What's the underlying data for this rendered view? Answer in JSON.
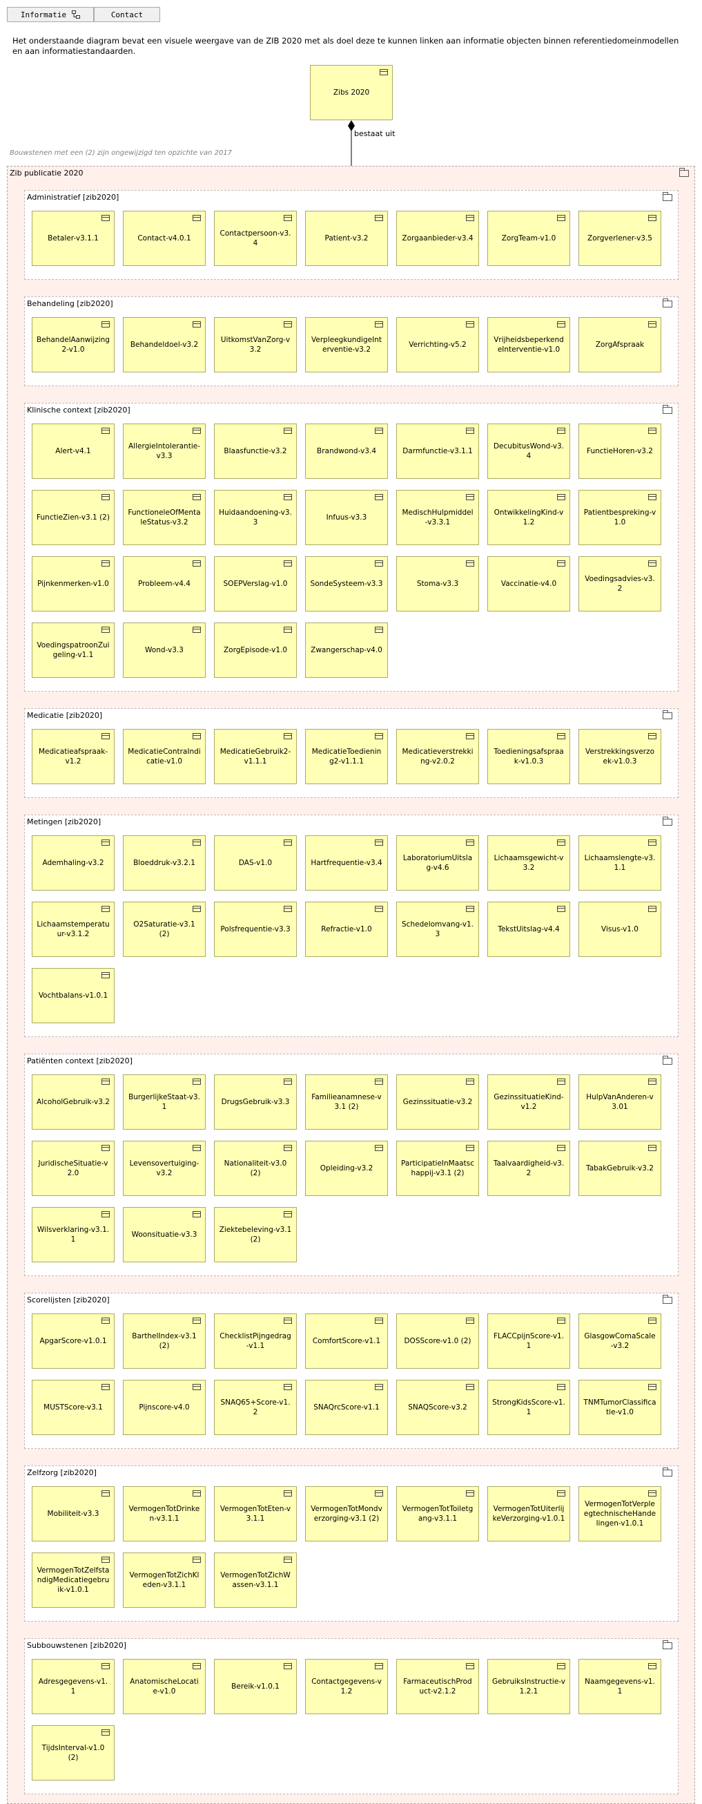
{
  "buttons": {
    "informatie": "Informatie",
    "contact": "Contact"
  },
  "intro": "Het onderstaande diagram bevat een visuele weergave van de ZIB 2020 met als doel deze te kunnen linken aan informatie objecten binnen referentiedomeinmodellen en aan informatiestandaarden.",
  "root": "Zibs 2020",
  "relation_label": "bestaat uit",
  "caption": "Bouwstenen met een (2) zijn ongewijzigd ten opzichte van 2017",
  "outer_label": "Zib publicatie 2020",
  "groups": [
    {
      "label": "Administratief [zib2020]",
      "items": [
        "Betaler-v3.1.1",
        "Contact-v4.0.1",
        "Contactpersoon-v3.4",
        "Patient-v3.2",
        "Zorgaanbieder-v3.4",
        "ZorgTeam-v1.0",
        "Zorgverlener-v3.5"
      ]
    },
    {
      "label": "Behandeling [zib2020]",
      "items": [
        "BehandelAanwijzing2-v1.0",
        "Behandeldoel-v3.2",
        "UitkomstVanZorg-v3.2",
        "VerpleegkundigeInterventie-v3.2",
        "Verrichting-v5.2",
        "VrijheidsbeperkendeInterventie-v1.0",
        "ZorgAfspraak"
      ]
    },
    {
      "label": "Klinische context [zib2020]",
      "items": [
        "Alert-v4.1",
        "AllergieIntolerantie-v3.3",
        "Blaasfunctie-v3.2",
        "Brandwond-v3.4",
        "Darmfunctie-v3.1.1",
        "DecubitusWond-v3.4",
        "FunctieHoren-v3.2",
        "FunctieZien-v3.1 (2)",
        "FunctioneleOfMentaleStatus-v3.2",
        "Huidaandoening-v3.3",
        "Infuus-v3.3",
        "MedischHulpmiddel-v3.3.1",
        "OntwikkelingKind-v1.2",
        "Patientbespreking-v1.0",
        "Pijnkenmerken-v1.0",
        "Probleem-v4.4",
        "SOEPVerslag-v1.0",
        "SondeSysteem-v3.3",
        "Stoma-v3.3",
        "Vaccinatie-v4.0",
        "Voedingsadvies-v3.2",
        "VoedingspatroonZuigeling-v1.1",
        "Wond-v3.3",
        "ZorgEpisode-v1.0",
        "Zwangerschap-v4.0"
      ]
    },
    {
      "label": "Medicatie [zib2020]",
      "items": [
        "Medicatieafspraak-v1.2",
        "MedicatieContraIndicatie-v1.0",
        "MedicatieGebruik2-v1.1.1",
        "MedicatieToediening2-v1.1.1",
        "Medicatieverstrekking-v2.0.2",
        "Toedieningsafspraak-v1.0.3",
        "Verstrekkingsverzoek-v1.0.3"
      ]
    },
    {
      "label": "Metingen [zib2020]",
      "items": [
        "Ademhaling-v3.2",
        "Bloeddruk-v3.2.1",
        "DAS-v1.0",
        "Hartfrequentie-v3.4",
        "LaboratoriumUitslag-v4.6",
        "Lichaamsgewicht-v3.2",
        "Lichaamslengte-v3.1.1",
        "Lichaamstemperatuur-v3.1.2",
        "O2Saturatie-v3.1 (2)",
        "Polsfrequentie-v3.3",
        "Refractie-v1.0",
        "Schedelomvang-v1.3",
        "TekstUitslag-v4.4",
        "Visus-v1.0",
        "Vochtbalans-v1.0.1"
      ]
    },
    {
      "label": "Patiënten context [zib2020]",
      "items": [
        "AlcoholGebruik-v3.2",
        "BurgerlijkeStaat-v3.1",
        "DrugsGebruik-v3.3",
        "Familieanamnese-v3.1 (2)",
        "Gezinssituatie-v3.2",
        "GezinssituatieKind-v1.2",
        "HulpVanAnderen-v3.01",
        "JuridischeSituatie-v2.0",
        "Levensovertuiging-v3.2",
        "Nationaliteit-v3.0 (2)",
        "Opleiding-v3.2",
        "ParticipatieInMaatschappij-v3.1 (2)",
        "Taalvaardigheid-v3.2",
        "TabakGebruik-v3.2",
        "Wilsverklaring-v3.1.1",
        "Woonsituatie-v3.3",
        "Ziektebeleving-v3.1 (2)"
      ]
    },
    {
      "label": "Scorelijsten [zib2020]",
      "items": [
        "ApgarScore-v1.0.1",
        "BarthelIndex-v3.1 (2)",
        "ChecklistPijngedrag-v1.1",
        "ComfortScore-v1.1",
        "DOSScore-v1.0 (2)",
        "FLACCpijnScore-v1.1",
        "GlasgowComaScale-v3.2",
        "MUSTScore-v3.1",
        "Pijnscore-v4.0",
        "SNAQ65+Score-v1.2",
        "SNAQrcScore-v1.1",
        "SNAQScore-v3.2",
        "StrongKidsScore-v1.1",
        "TNMTumorClassificatie-v1.0"
      ]
    },
    {
      "label": "Zelfzorg [zib2020]",
      "items": [
        "Mobiliteit-v3.3",
        "VermogenTotDrinken-v3.1.1",
        "VermogenTotEten-v3.1.1",
        "VermogenTotMondverzorging-v3.1 (2)",
        "VermogenTotToiletgang-v3.1.1",
        "VermogenTotUiterlijkeVerzorging-v1.0.1",
        "VermogenTotVerpleegtechnischeHandelingen-v1.0.1",
        "VermogenTotZelfstandigMedicatiegebruik-v1.0.1",
        "VermogenTotZichKleden-v3.1.1",
        "VermogenTotZichWassen-v3.1.1"
      ]
    },
    {
      "label": "Subbouwstenen [zib2020]",
      "items": [
        "Adresgegevens-v1.1",
        "AnatomischeLocatie-v1.0",
        "Bereik-v1.0.1",
        "Contactgegevens-v1.2",
        "FarmaceutischProduct-v2.1.2",
        "GebruiksInstructie-v1.2.1",
        "Naamgegevens-v1.1",
        "TijdsInterval-v1.0 (2)"
      ]
    }
  ]
}
